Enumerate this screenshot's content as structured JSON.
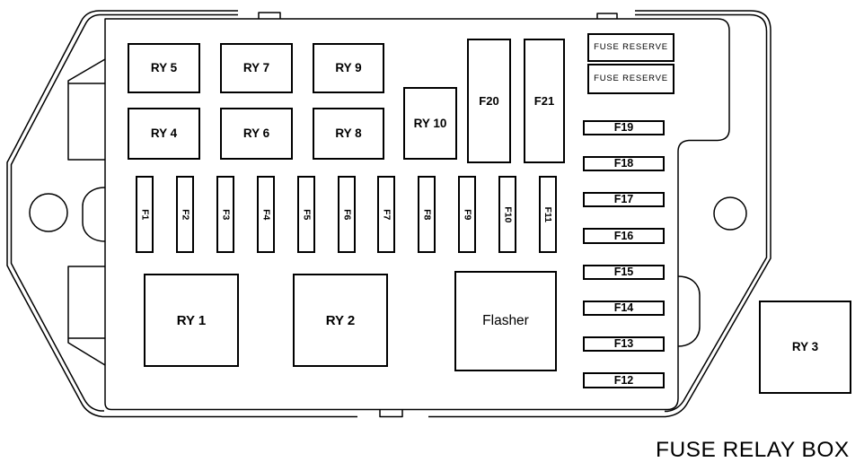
{
  "caption": "FUSE RELAY BOX",
  "colors": {
    "line": "#000000",
    "background": "#ffffff",
    "text": "#000000"
  },
  "fuse_box": {
    "relays": {
      "top_row": [
        "RY 5",
        "RY 7",
        "RY 9"
      ],
      "second_row": [
        "RY 4",
        "RY 6",
        "RY 8"
      ],
      "ry10": "RY 10",
      "bottom_row": [
        "RY 1",
        "RY 2"
      ],
      "flasher": "Flasher",
      "external": "RY 3"
    },
    "vertical_fuses": [
      "F1",
      "F2",
      "F3",
      "F4",
      "F5",
      "F6",
      "F7",
      "F8",
      "F9",
      "F10",
      "F11"
    ],
    "tall_fuses": [
      "F20",
      "F21"
    ],
    "reserve_slots": [
      "FUSE RESERVE",
      "FUSE RESERVE"
    ],
    "right_column_fuses": [
      "F19",
      "F18",
      "F17",
      "F16",
      "F15",
      "F14",
      "F13",
      "F12"
    ]
  }
}
